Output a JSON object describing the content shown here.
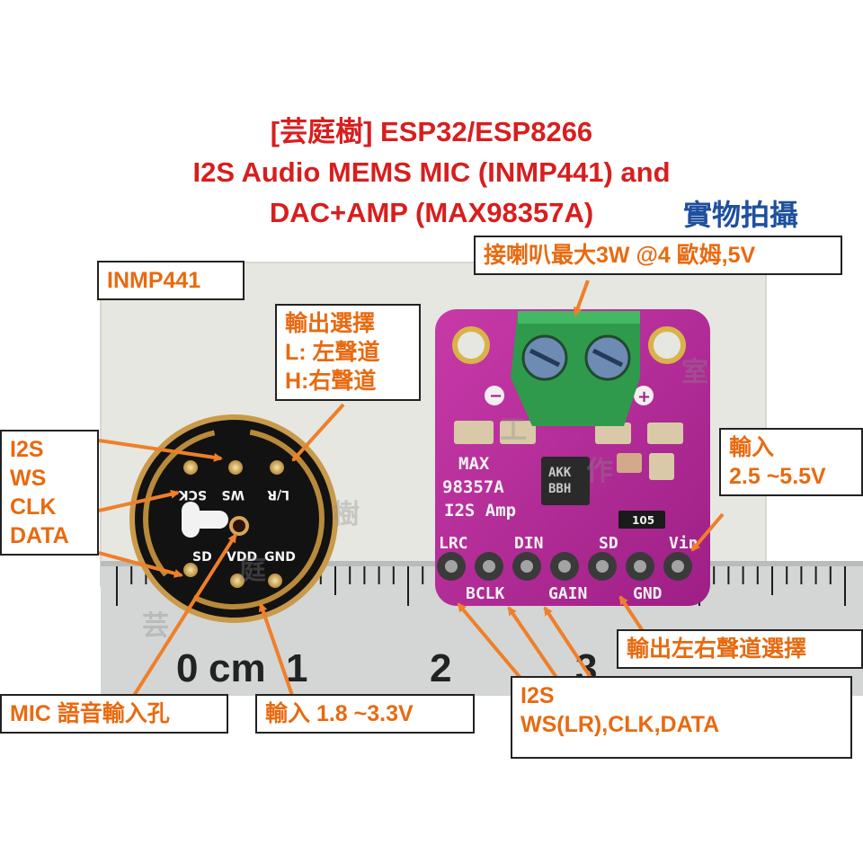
{
  "title": {
    "line1": "[芸庭樹] ESP32/ESP8266",
    "line2": "I2S Audio MEMS MIC (INMP441) and",
    "line3": "DAC+AMP (MAX98357A)"
  },
  "photo_tag": "實物拍攝",
  "labels": {
    "inmp441": "INMP441",
    "speaker": "接喇叭最大3W @4 歐姆,5V",
    "channel_select": [
      "輸出選擇",
      "L: 左聲道",
      "H:右聲道"
    ],
    "i2s_mic": [
      "I2S",
      "WS",
      "CLK",
      "DATA"
    ],
    "vin_amp": [
      "輸入",
      "2.5 ~5.5V"
    ],
    "lr_select": "輸出左右聲道選擇",
    "i2s_amp": [
      "I2S",
      "WS(LR),CLK,DATA"
    ],
    "mic_hole": "MIC 語音輸入孔",
    "vin_mic": "輸入 1.8 ~3.3V"
  },
  "mic_pins": {
    "top": [
      "SD",
      "VDD",
      "GND"
    ],
    "bottom": [
      "SCK",
      "WS",
      "L/R"
    ]
  },
  "amp_silk": {
    "name": [
      "MAX",
      "98357A",
      "I2S Amp"
    ],
    "top": [
      "LRC",
      "DIN",
      "SD",
      "Vin"
    ],
    "bottom": [
      "BCLK",
      "GAIN",
      "GND"
    ],
    "chip": [
      "AKK",
      "BBH"
    ],
    "resistor": "105"
  },
  "ruler": {
    "numbers": [
      "0",
      "cm",
      "1",
      "2",
      "3"
    ]
  },
  "watermark": [
    "芸",
    "庭",
    "樹",
    "工",
    "作",
    "室"
  ],
  "colors": {
    "title": "#d81e1e",
    "label": "#e86a10",
    "arrow": "#ef7f2a",
    "tag": "#1f4f9e",
    "pcb": "#b4279a"
  }
}
